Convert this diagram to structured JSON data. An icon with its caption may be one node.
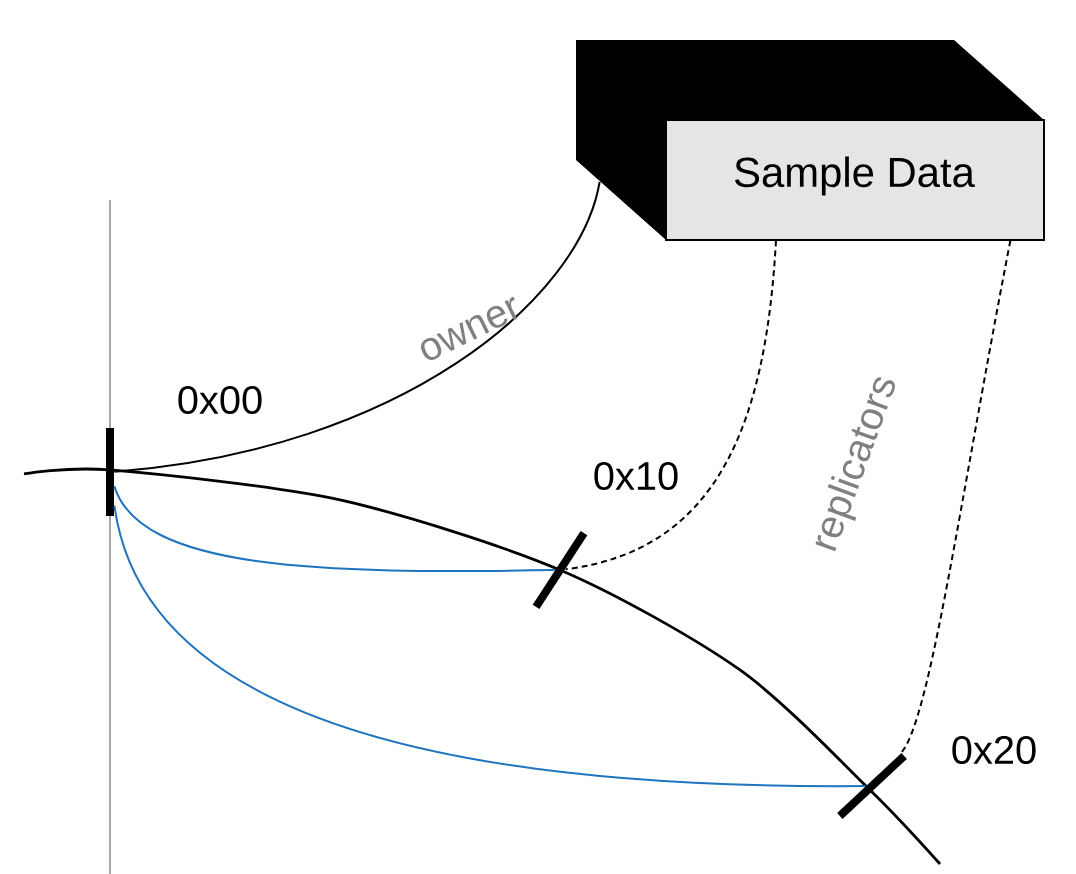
{
  "diagram": {
    "nodes": [
      {
        "text": [
          "Sample Data"
        ]
      },
      {
        "text": [],
        "shape": "bar",
        "beside": [
          "0x00"
        ]
      },
      {
        "text": [],
        "shape": "bar",
        "beside": [
          "0x10"
        ]
      },
      {
        "text": [],
        "shape": "bar",
        "beside": [
          "0x20"
        ]
      }
    ],
    "edges": [
      {
        "from": 0,
        "to": 1,
        "arrow": "none",
        "label": "owner"
      },
      {
        "from": 0,
        "to": 2,
        "arrow": "none",
        "style": "dashed"
      },
      {
        "from": 0,
        "to": 3,
        "arrow": "none",
        "style": "dashed"
      },
      {
        "from": 1,
        "to": 2,
        "arrow": "none",
        "color": "#1f74bd"
      },
      {
        "from": 1,
        "to": 3,
        "arrow": "none",
        "color": "#1f74bd"
      }
    ],
    "labels": [
      "replicators"
    ]
  }
}
